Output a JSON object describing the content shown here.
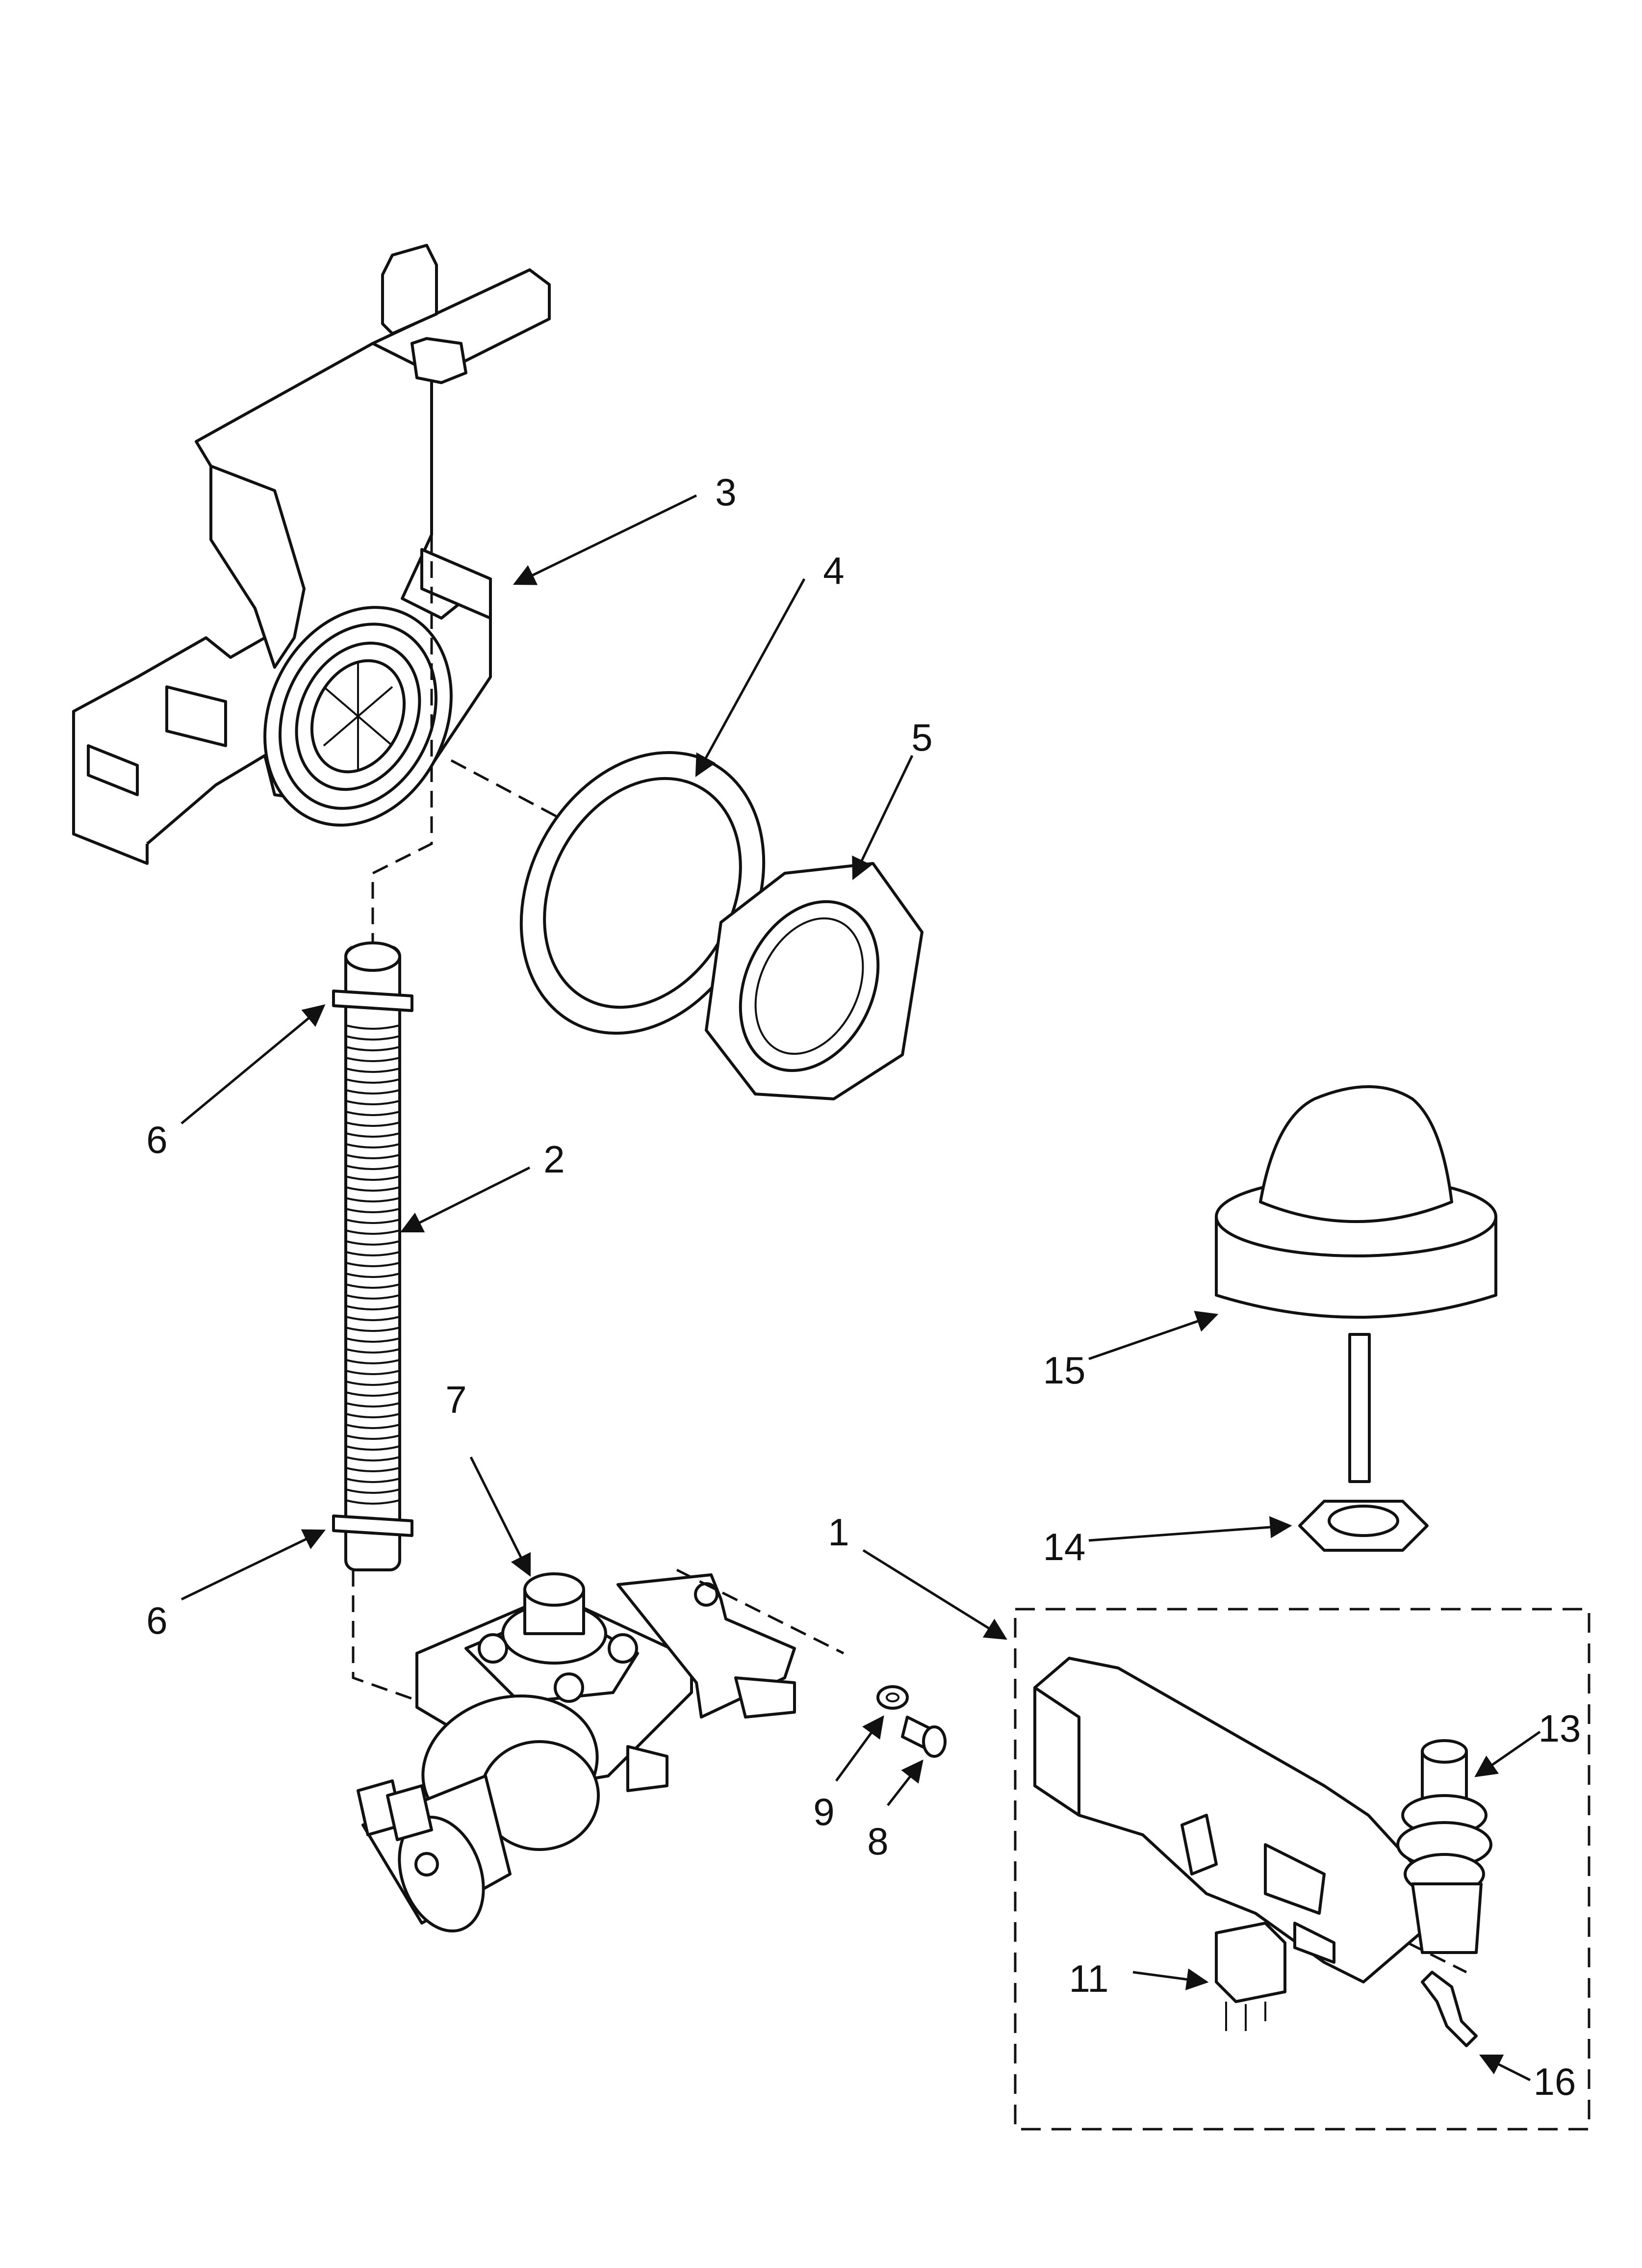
{
  "diagram": {
    "callouts": [
      {
        "id": "1",
        "text": "1"
      },
      {
        "id": "2",
        "text": "2"
      },
      {
        "id": "3",
        "text": "3"
      },
      {
        "id": "4",
        "text": "4"
      },
      {
        "id": "5",
        "text": "5"
      },
      {
        "id": "6a",
        "text": "6"
      },
      {
        "id": "6b",
        "text": "6"
      },
      {
        "id": "7",
        "text": "7"
      },
      {
        "id": "8",
        "text": "8"
      },
      {
        "id": "9",
        "text": "9"
      },
      {
        "id": "11",
        "text": "11"
      },
      {
        "id": "13",
        "text": "13"
      },
      {
        "id": "14",
        "text": "14"
      },
      {
        "id": "15",
        "text": "15"
      },
      {
        "id": "16",
        "text": "16"
      }
    ],
    "line_color": "#111111",
    "background": "#ffffff"
  }
}
